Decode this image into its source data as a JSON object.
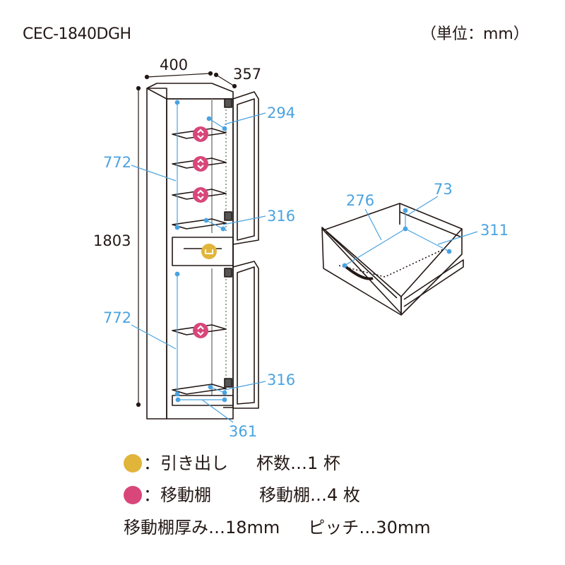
{
  "header": {
    "model": "CEC-1840DGH",
    "unit": "（単位：mm）"
  },
  "dimensions": {
    "width": "400",
    "depth": "357",
    "height": "1803",
    "upper_inner_height": "772",
    "lower_inner_height": "772",
    "upper_shelf_depth": "294",
    "upper_bottom_depth": "316",
    "lower_bottom_depth": "316",
    "inner_width": "361",
    "drawer_width": "276",
    "drawer_height": "73",
    "drawer_depth": "311"
  },
  "legend": {
    "drawer_label": "：引き出し",
    "drawer_count": "杯数…1 杯",
    "shelf_label": "：移動棚",
    "shelf_count": "移動棚…4 枚",
    "shelf_thickness": "移動棚厚み…18mm",
    "pitch": "ピッチ…30mm"
  },
  "colors": {
    "dimension_blue": "#4aa3e0",
    "shelf_icon": "#d9467a",
    "drawer_icon": "#e1b43a",
    "line": "#231815"
  }
}
